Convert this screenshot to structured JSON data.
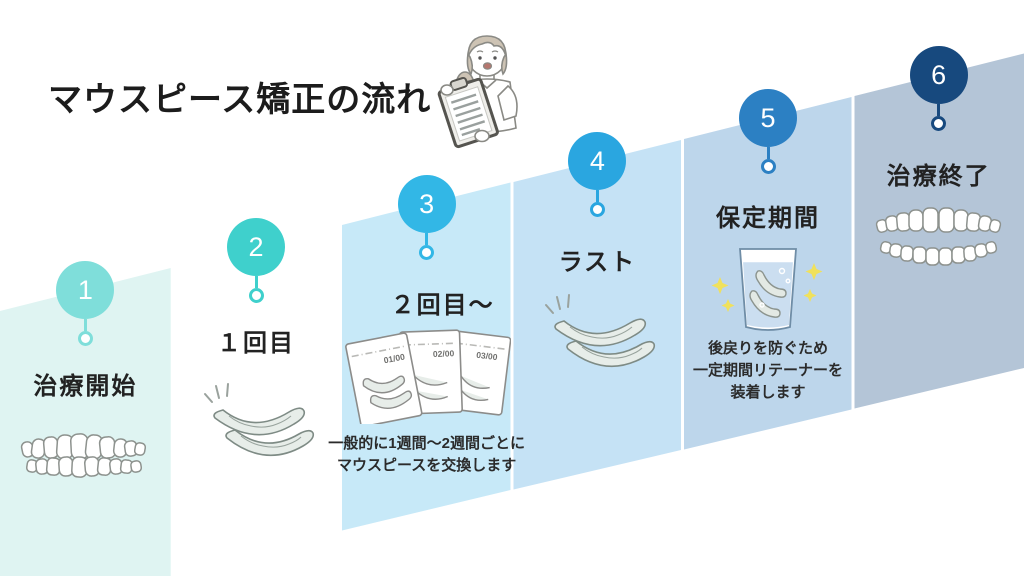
{
  "title": "マウスピース矯正の流れ",
  "colors": {
    "accent_yellow": "#F0E15C",
    "title_text": "#1C1C1C",
    "caption_text": "#2B2B2B"
  },
  "person_illustration": "dental-staff-with-clipboard",
  "steps": [
    {
      "number": "1",
      "label": "治療開始",
      "circle_color": "#7FDEDA",
      "band_color": "#DFF4F2",
      "icon": "crooked-teeth-icon"
    },
    {
      "number": "2",
      "label": "１回目",
      "circle_color": "#3FD0CC",
      "band_color": "",
      "icon": "aligner-pair-icon"
    },
    {
      "number": "3",
      "label": "２回目〜",
      "circle_color": "#32B7E6",
      "band_color": "#C7E9F8",
      "icon": "aligner-packages-icon",
      "package_labels": [
        "01/00",
        "02/00",
        "03/00"
      ],
      "caption_lines": [
        "一般的に1週間〜2週間ごとに",
        "マウスピースを交換します"
      ]
    },
    {
      "number": "4",
      "label": "ラスト",
      "circle_color": "#2AA6E0",
      "band_color": "#C5E2F5",
      "icon": "aligner-pair-icon"
    },
    {
      "number": "5",
      "label": "保定期間",
      "circle_color": "#2C80C3",
      "band_color": "#BDD6EB",
      "icon": "retainer-in-glass-icon",
      "caption_lines": [
        "後戻りを防ぐため",
        "一定期間リテーナーを",
        "装着します"
      ]
    },
    {
      "number": "6",
      "label": "治療終了",
      "circle_color": "#17497E",
      "band_color": "#B4C5D7",
      "icon": "straight-teeth-icon"
    }
  ]
}
